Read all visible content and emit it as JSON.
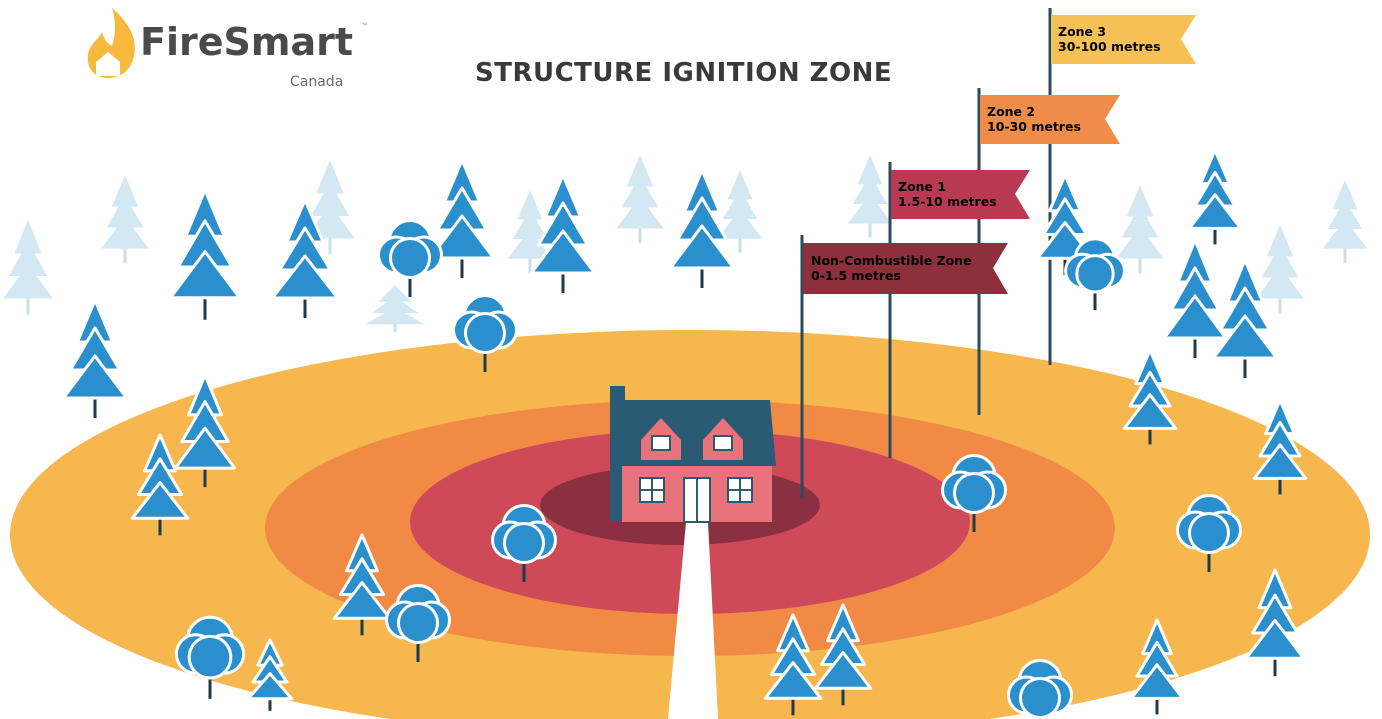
{
  "brand": {
    "name": "FireSmart",
    "sub": "Canada",
    "tm": "™"
  },
  "title": "STRUCTURE IGNITION ZONE",
  "zones": [
    {
      "label": "Non-Combustible Zone",
      "range": "0-1.5 metres",
      "color": "#8e2f3c",
      "text_color": "#ffffff"
    },
    {
      "label": "Zone 1",
      "range": "1.5-10 metres",
      "color": "#b83a52",
      "text_color": "#ffffff"
    },
    {
      "label": "Zone 2",
      "range": "10-30 metres",
      "color": "#ef8d48",
      "text_color": "#ffffff"
    },
    {
      "label": "Zone 3",
      "range": "30-100 metres",
      "color": "#f5c156",
      "text_color": "#ffffff"
    }
  ],
  "colors": {
    "zone3_ring": "#f5b74e",
    "zone2_ring": "#f08a45",
    "zone1_ring": "#cf4a59",
    "noncombustible_ring": "#8b3040",
    "tree": "#2a8fcc",
    "tree_far": "#d3e8f2",
    "house_wall": "#e8737a",
    "house_roof": "#2b5a74"
  }
}
